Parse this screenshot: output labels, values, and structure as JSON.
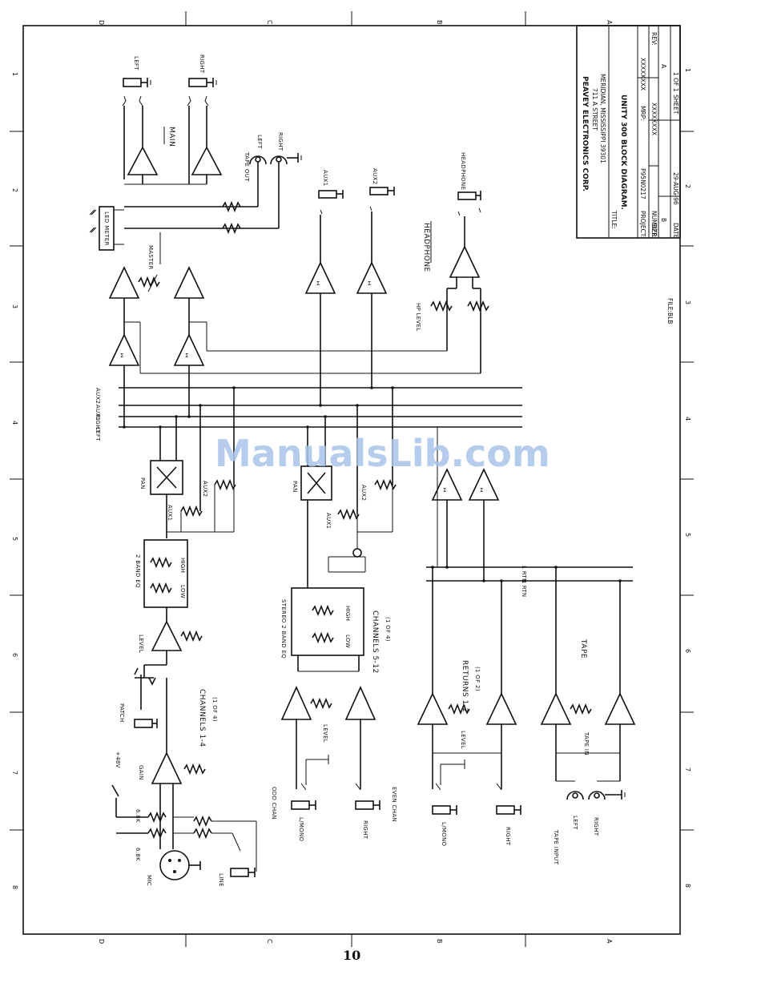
{
  "title_block": {
    "company": "PEAVEY ELECTRONICS CORP.",
    "street": "711 A STREET",
    "city": "MERIDIAN, MISSISSIPPI   39301",
    "title_label": "TITLE:",
    "title": "UNITY 300 BLOCK DIAGRAM.",
    "project_label": "PROJECT:",
    "project": "P95N0217",
    "number_label": "NUMBER:",
    "number": "XXXXXXXX",
    "mrp_label": "MRP:",
    "mrp": "XXXXXXXX",
    "rev_label": "REV:",
    "rev": "A",
    "size_label": "SIZE:",
    "size": "B",
    "date_label": "DATE",
    "date": "29-AUG-96",
    "sheet_label": "SHEET",
    "sheet": "1 OF 1",
    "file": "FILE:BLB"
  },
  "grid": {
    "top": [
      "D",
      "C",
      "B",
      "A"
    ],
    "bottom": [
      "D",
      "C",
      "B",
      "A"
    ],
    "left": [
      "1",
      "2",
      "3",
      "4",
      "5",
      "6",
      "7",
      "8"
    ],
    "right": [
      "1",
      "2",
      "3",
      "4",
      "5",
      "6",
      "7",
      "8"
    ]
  },
  "buses": [
    "AUX2",
    "AUX1",
    "RIGHT",
    "LEFT"
  ],
  "return_buses": [
    "L RTN",
    "R RTN"
  ],
  "outputs": {
    "main_left": "LEFT",
    "main_right": "RIGHT",
    "main": "MAIN",
    "tape_out": "TAPE OUT",
    "tape_out_left": "LEFT",
    "tape_out_right": "RIGHT",
    "aux1": "AUX1",
    "aux2": "AUX2",
    "headphone_jack": "HEADPHONE",
    "headphone": "HEADPHONE",
    "hp_level": "HP LEVEL",
    "led_meter": "LED METER",
    "master": "MASTER"
  },
  "channels_1_4": {
    "name": "CHANNELS 1-4",
    "count": "(1 OF 4)",
    "pan": "PAN",
    "aux1": "AUX1",
    "aux2": "AUX2",
    "eq": "2 BAND EQ",
    "eq_hi": "HIGH",
    "eq_lo": "LOW",
    "level": "LEVEL",
    "patch": "PATCH",
    "gain": "GAIN",
    "phantom": "+48V",
    "r1": "6.8K",
    "r2": "6.8K",
    "mic": "MIC",
    "line": "LINE"
  },
  "channels_5_12": {
    "name": "CHANNELS 5-12",
    "count": "(1 OF 4)",
    "pan": "PAN",
    "aux1": "AUX1",
    "aux2": "AUX2",
    "eq": "STEREO 2 BAND EQ",
    "eq_hi": "HIGH",
    "eq_lo": "LOW",
    "level": "LEVEL",
    "odd_chan": "ODD CHAN",
    "even_chan": "EVEN CHAN",
    "in_left": "L/MONO",
    "in_right": "RIGHT"
  },
  "returns": {
    "name": "RETURNS 1-2",
    "count": "(1 OF 2)",
    "level": "LEVEL",
    "in_left": "L/MONO",
    "in_right": "RIGHT"
  },
  "tape": {
    "name": "TAPE",
    "tape_in": "TAPE IN",
    "input": "TAPE INPUT",
    "left": "LEFT",
    "right": "RIGHT"
  },
  "watermark": "ManualsLib.com",
  "page_number": "10"
}
